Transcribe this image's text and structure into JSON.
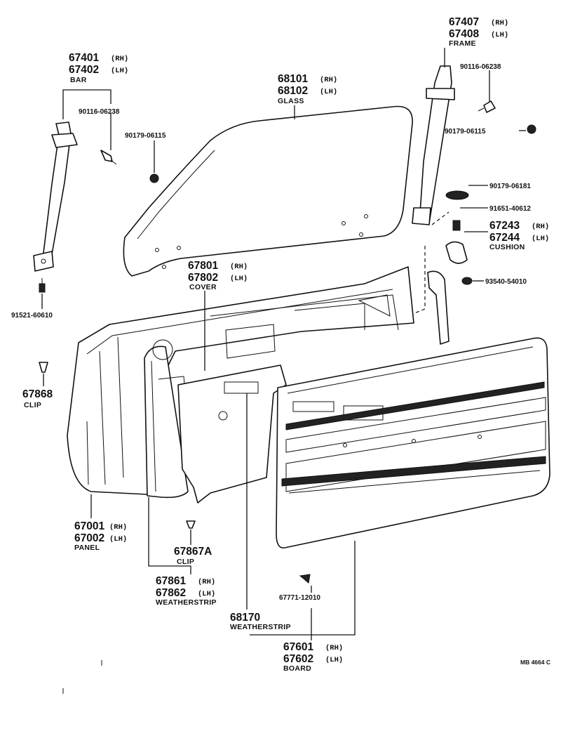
{
  "labels": {
    "bar": {
      "rh": "67401",
      "rh_side": "(RH)",
      "lh": "67402",
      "lh_side": "(LH)",
      "name": "BAR"
    },
    "bar_screw": {
      "code": "90116-06238"
    },
    "glass": {
      "rh": "68101",
      "rh_side": "(RH)",
      "lh": "68102",
      "lh_side": "(LH)",
      "name": "GLASS"
    },
    "glass_nut": {
      "code": "90179-06115"
    },
    "frame": {
      "rh": "67407",
      "rh_side": "(RH)",
      "lh": "67408",
      "lh_side": "(LH)",
      "name": "FRAME"
    },
    "frame_screw": {
      "code": "90116-06238"
    },
    "frame_nut": {
      "code": "90179-06115"
    },
    "frame_nut2": {
      "code": "90179-06181"
    },
    "frame_bolt": {
      "code": "91651-40612"
    },
    "cushion": {
      "rh": "67243",
      "rh_side": "(RH)",
      "lh": "67244",
      "lh_side": "(LH)",
      "name": "CUSHION"
    },
    "screw_right": {
      "code": "93540-54010"
    },
    "bar_bolt": {
      "code": "91521-60610"
    },
    "cover": {
      "rh": "67801",
      "rh_side": "(RH)",
      "lh": "67802",
      "lh_side": "(LH)",
      "name": "COVER"
    },
    "clip_left": {
      "code": "67868",
      "name": "CLIP"
    },
    "panel": {
      "rh": "67001",
      "rh_side": "(RH)",
      "lh": "67002",
      "lh_side": "(LH)",
      "name": "PANEL"
    },
    "clip_mid": {
      "code": "67867A",
      "name": "CLIP"
    },
    "weatherstrip_inner": {
      "rh": "67861",
      "rh_side": "(RH)",
      "lh": "67862",
      "lh_side": "(LH)",
      "name": "WEATHERSTRIP"
    },
    "board_clip": {
      "code": "67771-12010"
    },
    "weatherstrip_outer": {
      "code": "68170",
      "name": "WEATHERSTRIP"
    },
    "board": {
      "rh": "67601",
      "rh_side": "(RH)",
      "lh": "67602",
      "lh_side": "(LH)",
      "name": "BOARD"
    },
    "ref": "MB 4664 C"
  }
}
